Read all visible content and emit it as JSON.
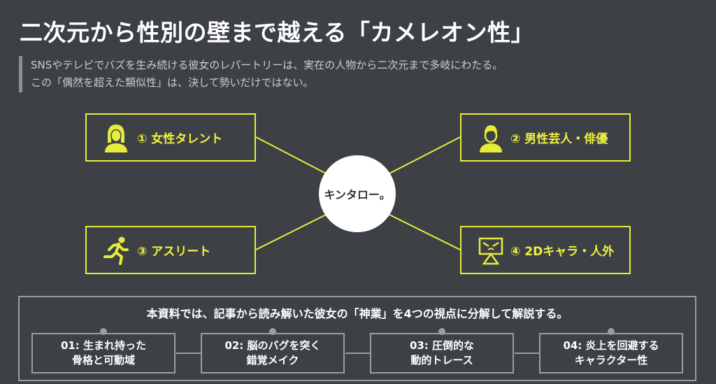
{
  "title": "二次元から性別の壁まで越える「カメレオン性」",
  "subtitle": {
    "line1": "SNSやテレビでバズを生み続ける彼女のレパートリーは、実在の人物から二次元まで多岐にわたる。",
    "line2": "この「偶然を超えた類似性」は、決して勢いだけではない。"
  },
  "center": {
    "label": "キンタロー。"
  },
  "nodes": [
    {
      "label": "① 女性タレント",
      "icon": "woman-icon"
    },
    {
      "label": "② 男性芸人・俳優",
      "icon": "man-icon"
    },
    {
      "label": "③ アスリート",
      "icon": "runner-icon"
    },
    {
      "label": "④ 2Dキャラ・人外",
      "icon": "monster-icon"
    }
  ],
  "panel": {
    "heading": "本資料では、記事から読み解いた彼女の「神業」を4つの視点に分解して解説する。",
    "steps": [
      {
        "line1": "01: 生まれ持った",
        "line2": "骨格と可動域"
      },
      {
        "line1": "02: 脳のバグを突く",
        "line2": "錯覚メイク"
      },
      {
        "line1": "03: 圧倒的な",
        "line2": "動的トレース"
      },
      {
        "line1": "04: 炎上を回避する",
        "line2": "キャラクター性"
      }
    ]
  },
  "colors": {
    "background": "#3d4145",
    "accent": "#e6ec3a",
    "center": "#ffffff",
    "panel_border": "#9a9ea3"
  }
}
